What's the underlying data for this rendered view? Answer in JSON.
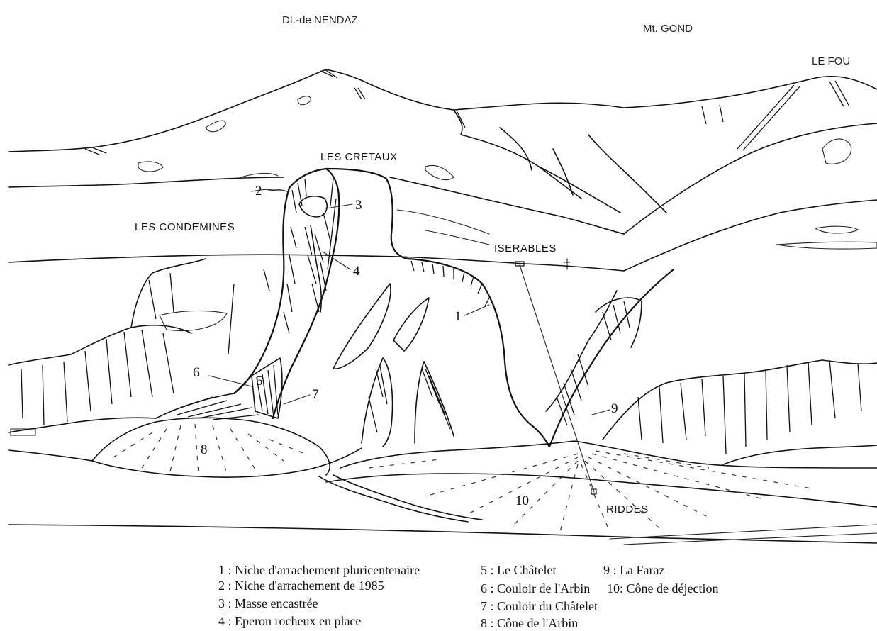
{
  "peaks": {
    "nendaz": "Dt.-de NENDAZ",
    "gond": "Mt. GOND",
    "fou": "LE FOU"
  },
  "places": {
    "cretaux": "LES CRETAUX",
    "condemines": "LES CONDEMINES",
    "iserables": "ISERABLES",
    "riddes": "RIDDES"
  },
  "markers": [
    "1",
    "2",
    "3",
    "4",
    "5",
    "6",
    "7",
    "8",
    "9",
    "10"
  ],
  "legend": {
    "left": [
      "1 : Niche d'arrachement pluricentenaire",
      "2 : Niche d'arrachement de 1985",
      "3 : Masse encastrée",
      "4 : Eperon rocheux en place"
    ],
    "middle": [
      "5 : Le Châtelet",
      "6 : Couloir de l'Arbin",
      "7 : Couloir du Châtelet",
      "8 : Cône de l'Arbin"
    ],
    "right": [
      "9 : La Faraz",
      "10: Cône de déjection"
    ]
  }
}
